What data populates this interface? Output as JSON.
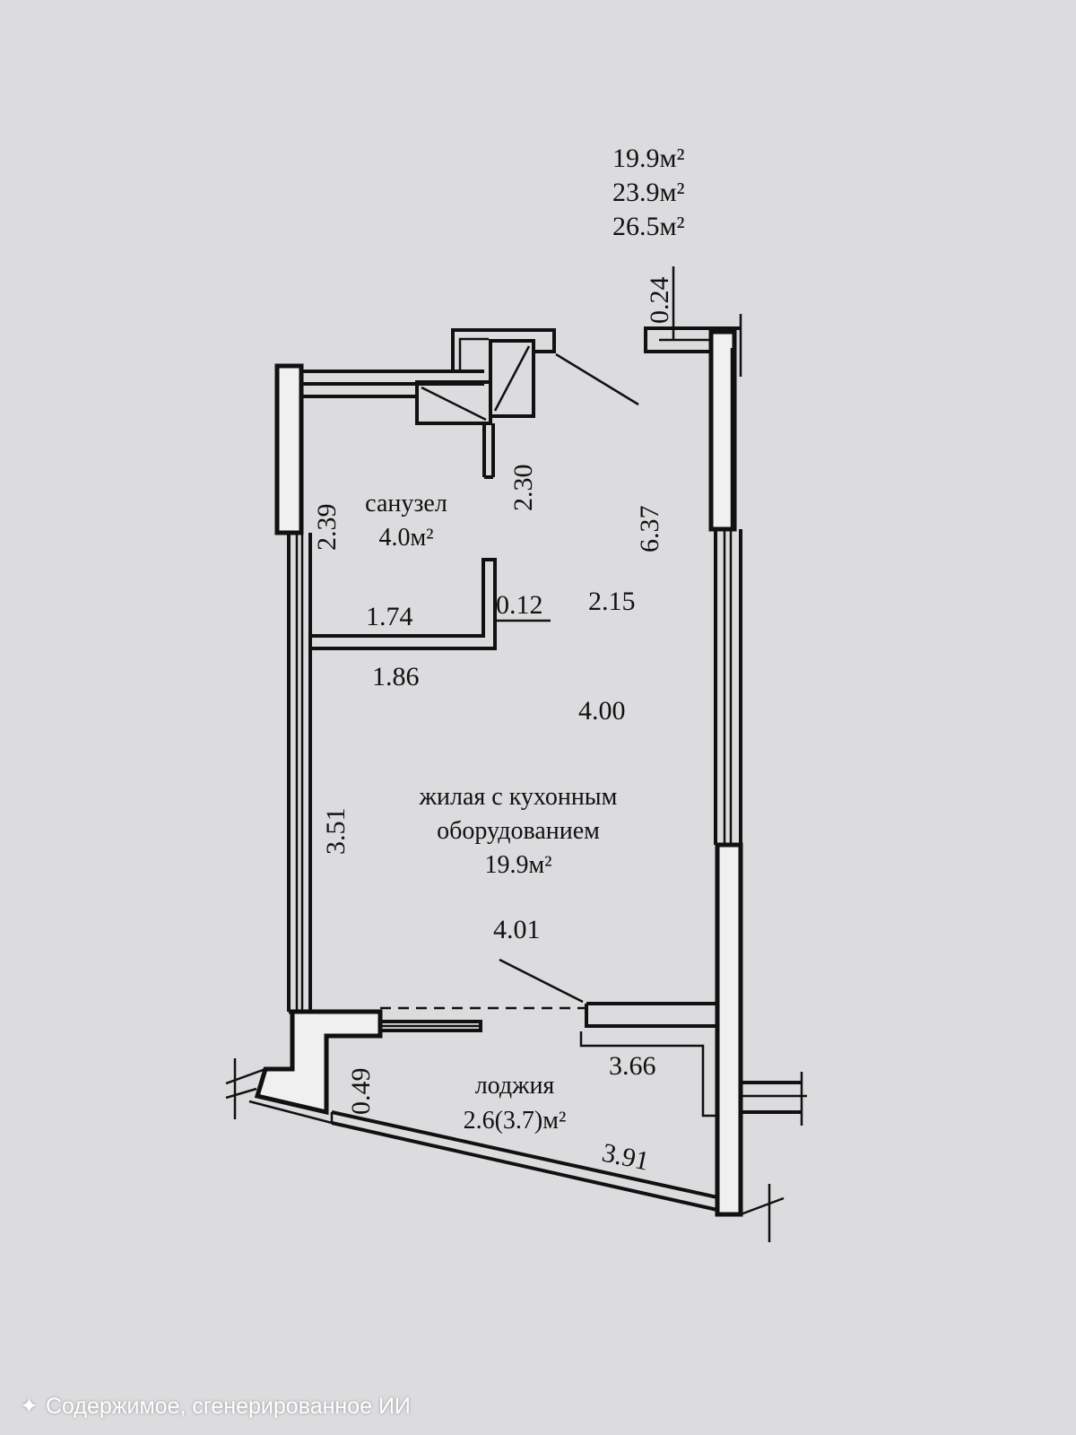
{
  "areas": {
    "living": "19.9м²",
    "total": "23.9м²",
    "total_with_loggia": "26.5м²"
  },
  "rooms": {
    "bathroom": {
      "name": "санузел",
      "area": "4.0м²"
    },
    "living_line1": "жилая с кухонным",
    "living_line2": "оборудованием",
    "living_area": "19.9м²",
    "loggia": {
      "name": "лоджия",
      "area": "2.6(3.7)м²"
    }
  },
  "dimensions": {
    "d024": "0.24",
    "d230": "2.30",
    "d239": "2.39",
    "d637": "6.37",
    "d174": "1.74",
    "d012": "0.12",
    "d215": "2.15",
    "d186": "1.86",
    "d400": "4.00",
    "d351": "3.51",
    "d401": "4.01",
    "d366": "3.66",
    "d049": "0.49",
    "d391": "3.91"
  },
  "footer": {
    "icon": "sparkle-icon",
    "text": "Содержимое, сгенерированное ИИ"
  }
}
